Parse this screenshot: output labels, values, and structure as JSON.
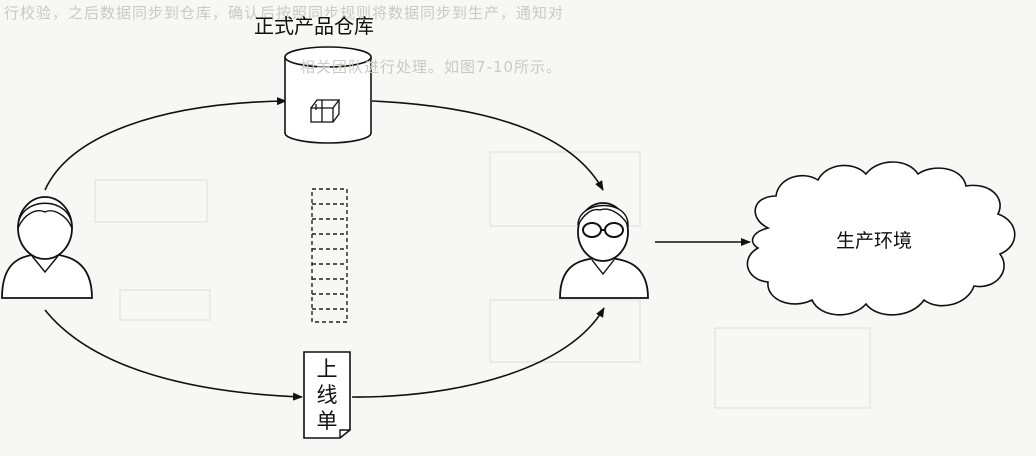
{
  "diagram": {
    "repository_label": "正式产品仓库",
    "release_form_label": "上线单",
    "production_label": "生产环境"
  },
  "background_text": {
    "line1": "行校验，之后数据同步到仓库，确认后按照同步规则将数据同步到生产，通知对",
    "line2": "相关团队进行处理。如图7-10所示。"
  }
}
